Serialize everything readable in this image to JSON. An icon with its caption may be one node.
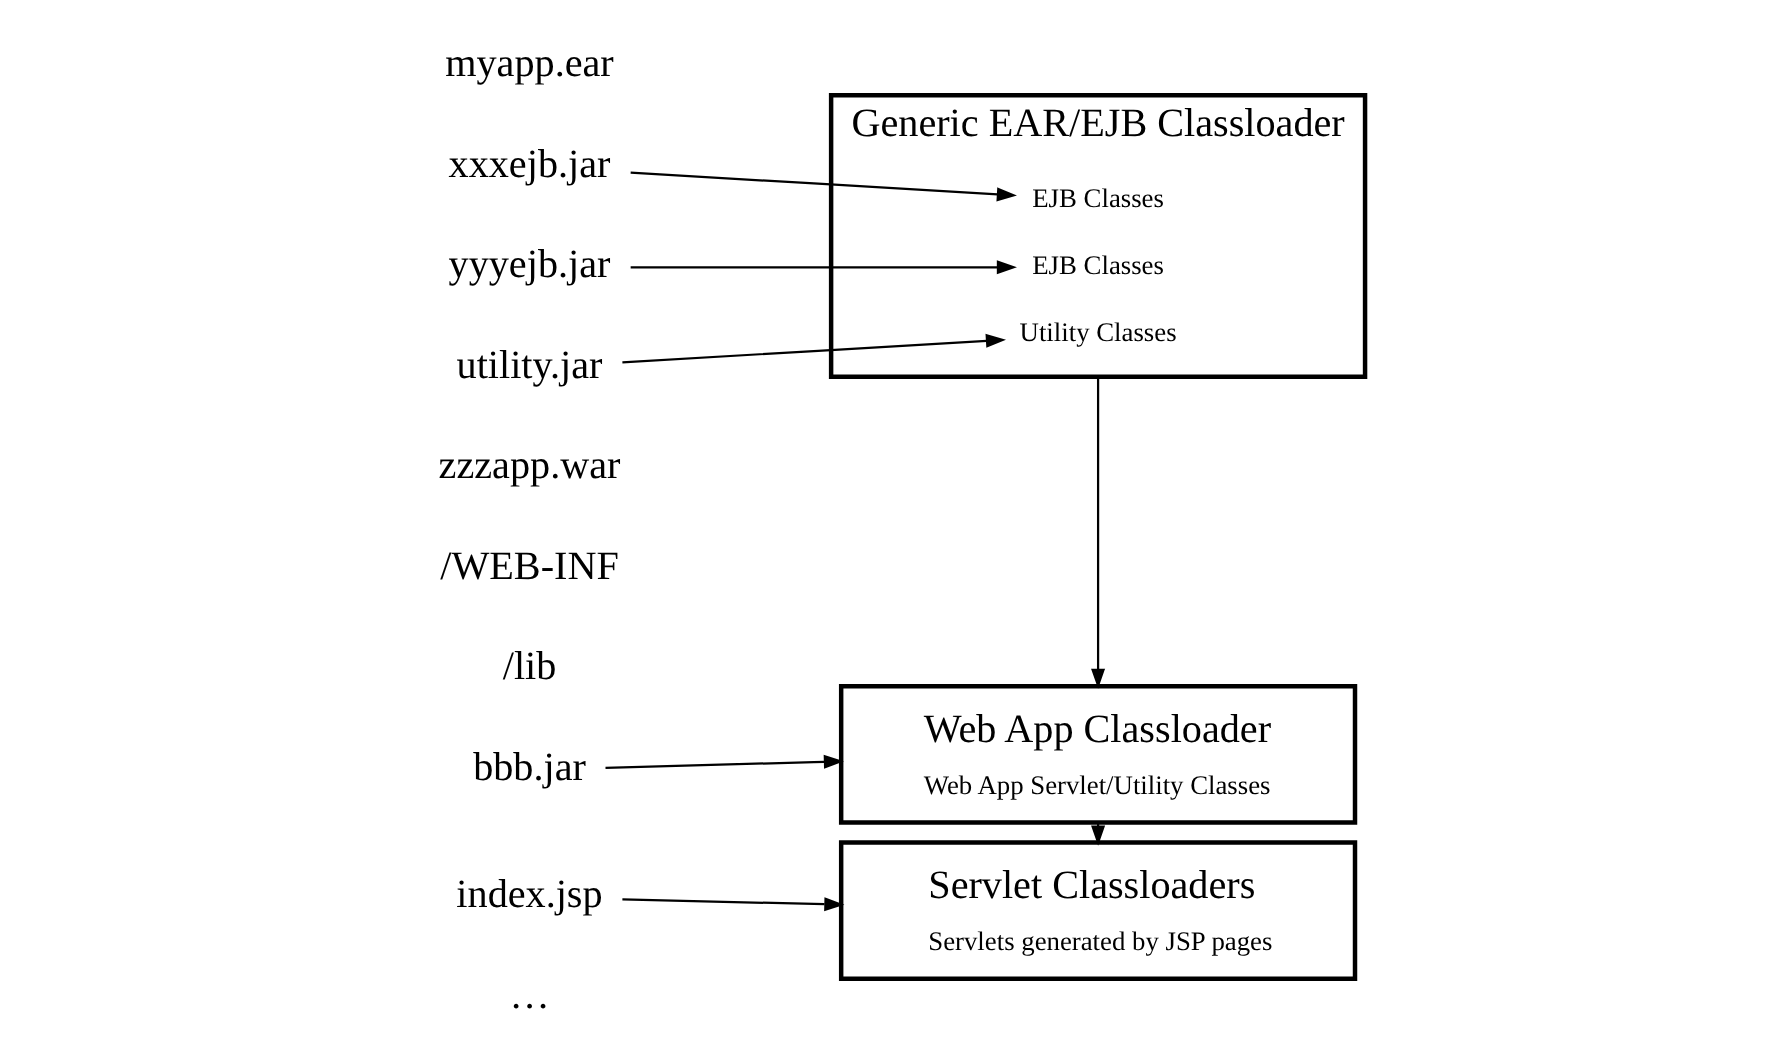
{
  "diagram": {
    "nodes": [
      {
        "text": [
          "Generic EAR/EJB Classloader"
        ]
      },
      {
        "text": [
          "EJB Classes"
        ],
        "in": 0
      },
      {
        "text": [
          "EJB Classes"
        ],
        "in": 0
      },
      {
        "text": [
          "Utility Classes"
        ],
        "in": 0
      },
      {
        "text": [
          "Web App Classloader",
          "Web App Servlet/Utility Classes"
        ]
      },
      {
        "text": [
          "Servlet Classloaders",
          "Servlets generated by JSP pages"
        ]
      },
      {
        "text": [
          "xxxejb.jar"
        ]
      },
      {
        "text": [
          "yyyejb.jar"
        ]
      },
      {
        "text": [
          "utility.jar"
        ]
      },
      {
        "text": [
          "bbb.jar"
        ]
      },
      {
        "text": [
          "index.jsp"
        ]
      }
    ],
    "edges": [
      {
        "from": 6,
        "to": 1,
        "arrow": "to"
      },
      {
        "from": 7,
        "to": 2,
        "arrow": "to"
      },
      {
        "from": 8,
        "to": 3,
        "arrow": "to"
      },
      {
        "from": 0,
        "to": 4,
        "arrow": "to"
      },
      {
        "from": 9,
        "to": 4,
        "arrow": "to"
      },
      {
        "from": 4,
        "to": 5,
        "arrow": "to"
      },
      {
        "from": 10,
        "to": 5,
        "arrow": "to"
      }
    ],
    "labels": [
      "myapp.ear",
      "zzzapp.war",
      "/WEB-INF",
      "/lib",
      "…"
    ]
  }
}
